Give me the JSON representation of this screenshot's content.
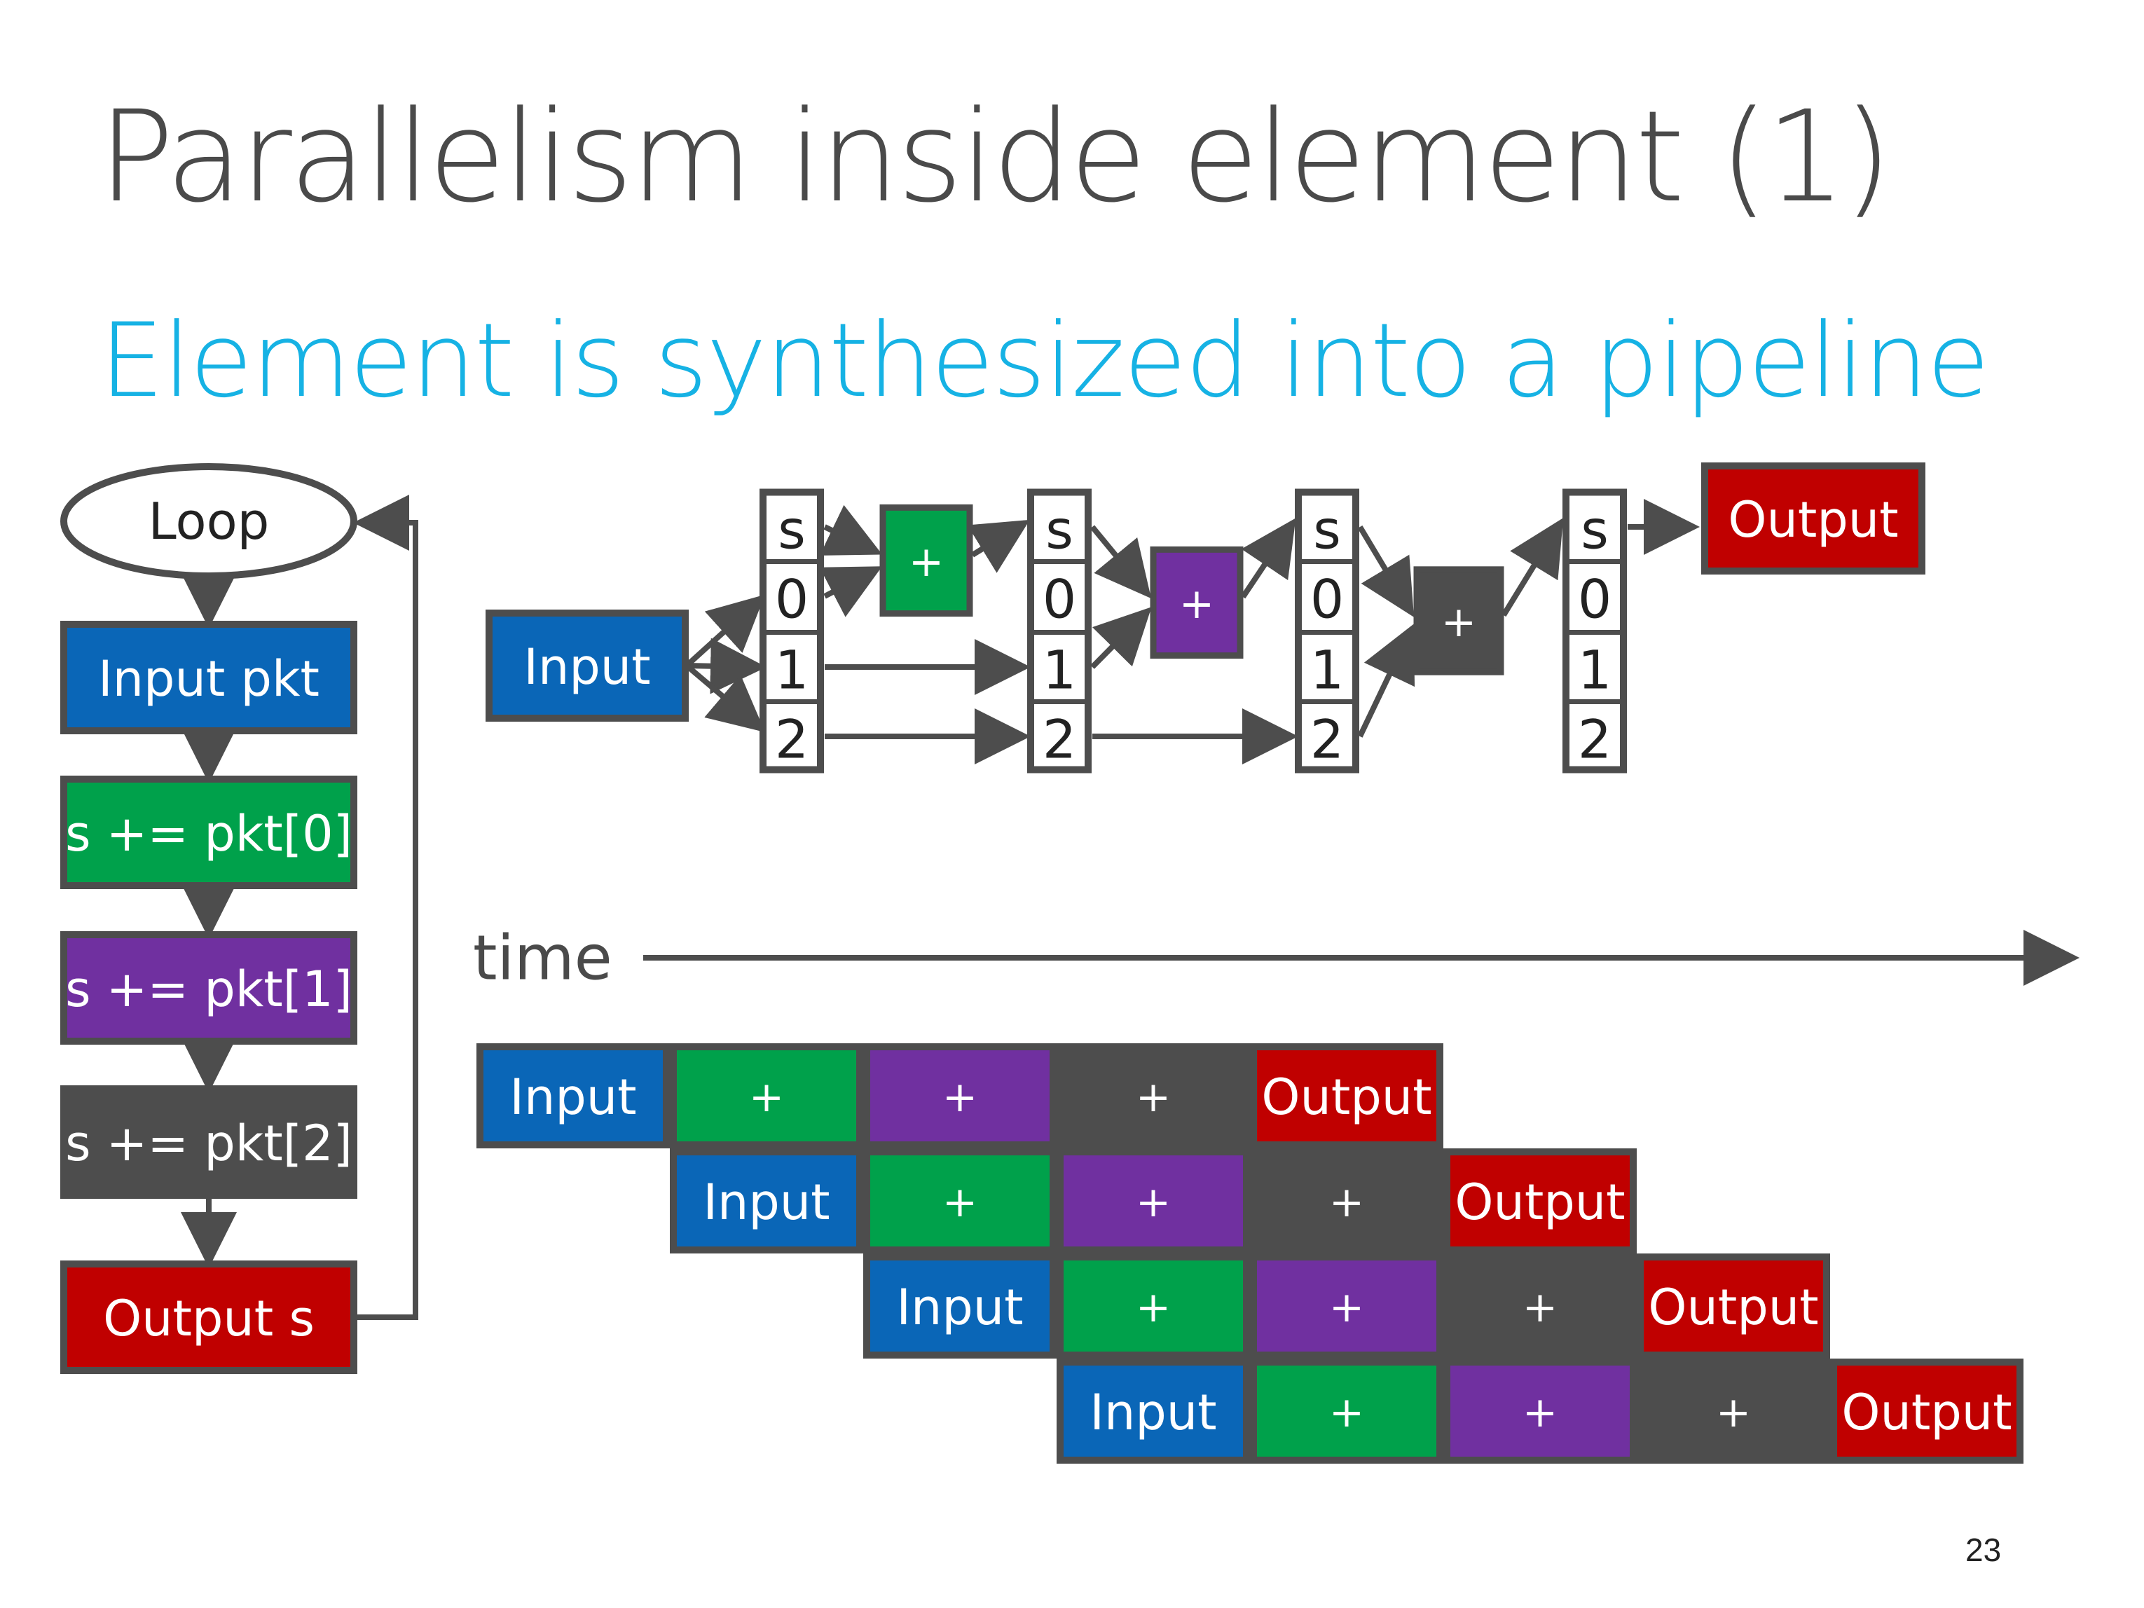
{
  "title": "Parallelism inside element (1)",
  "subtitle": "Element is synthesized into a pipeline",
  "page_number": "23",
  "colors": {
    "input": "#0a66b7",
    "add0": "#00a14b",
    "add1": "#7030a0",
    "add2": "#4d4d4d",
    "output": "#c00000",
    "border": "#4d4d4d",
    "subtitle": "#16b2e4"
  },
  "flowchart": {
    "loop": "Loop",
    "steps": [
      {
        "label": "Input pkt",
        "color": "input"
      },
      {
        "label": "s += pkt[0]",
        "color": "add0"
      },
      {
        "label": "s += pkt[1]",
        "color": "add1"
      },
      {
        "label": "s += pkt[2]",
        "color": "add2"
      },
      {
        "label": "Output s",
        "color": "output"
      }
    ]
  },
  "pipeline": {
    "input_label": "Input",
    "output_label": "Output",
    "register_cells": [
      "s",
      "0",
      "1",
      "2"
    ],
    "adders": [
      {
        "label": "+",
        "color": "add0"
      },
      {
        "label": "+",
        "color": "add1"
      },
      {
        "label": "+",
        "color": "add2"
      }
    ]
  },
  "timeline": {
    "axis_label": "time",
    "stages": [
      {
        "label": "Input",
        "color": "input"
      },
      {
        "label": "+",
        "color": "add0"
      },
      {
        "label": "+",
        "color": "add1"
      },
      {
        "label": "+",
        "color": "add2"
      },
      {
        "label": "Output",
        "color": "output"
      }
    ],
    "packet_count": 4
  }
}
